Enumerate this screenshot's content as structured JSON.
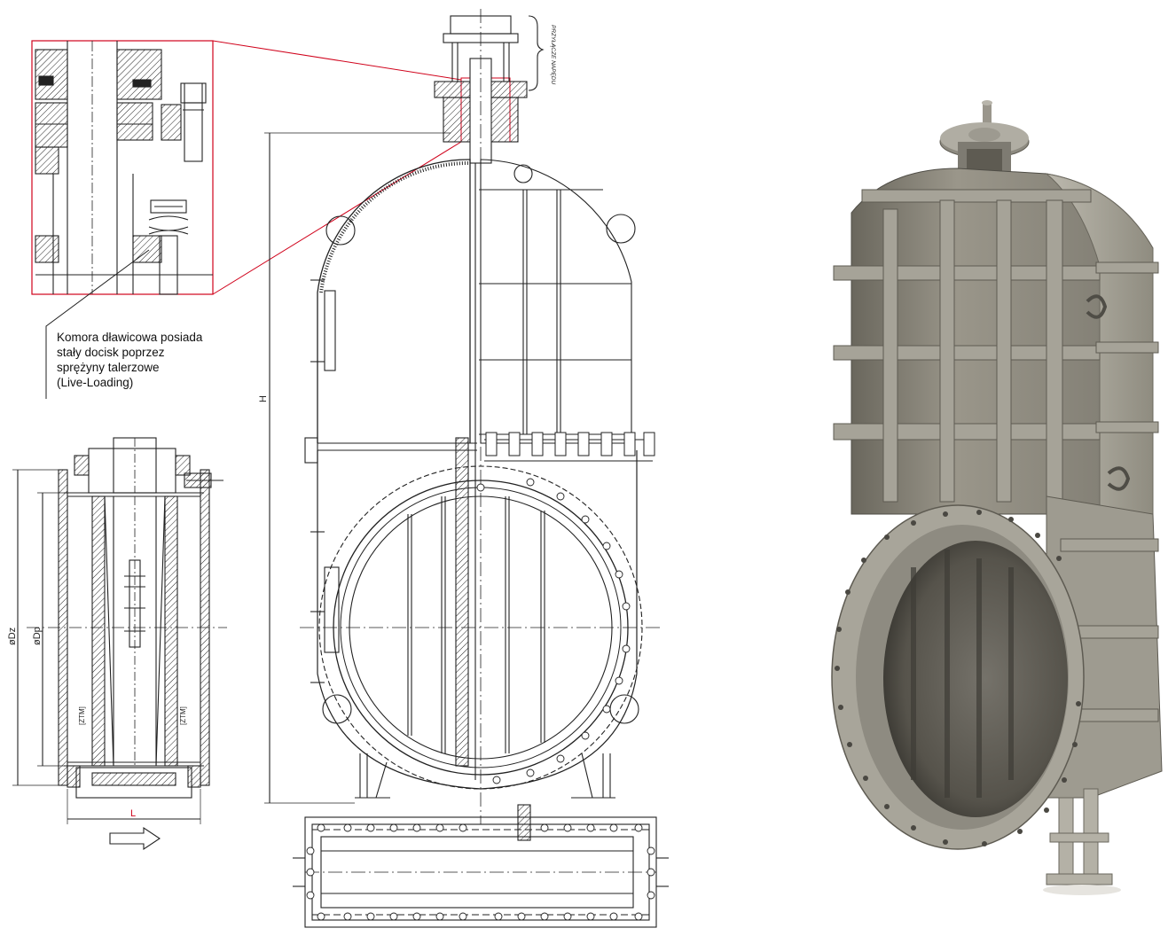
{
  "annotation": {
    "lines": [
      "Komora dławicowa posiada",
      "stały docisk poprzez",
      "sprężyny talerzowe",
      "(Live-Loading)"
    ]
  },
  "labels": {
    "dim_h": "H",
    "dim_dz": "øDz",
    "dim_dp": "øDp",
    "dim_l": "L",
    "actuator_extension": "PRZYŁĄCZE NAPĘDU",
    "face_mark": "[ZTM]"
  },
  "colors": {
    "line": "#222222",
    "callout": "#d0021b",
    "render_body": "#8e8a7e",
    "render_light": "#b9b6ab",
    "render_dark": "#5e5b52"
  }
}
